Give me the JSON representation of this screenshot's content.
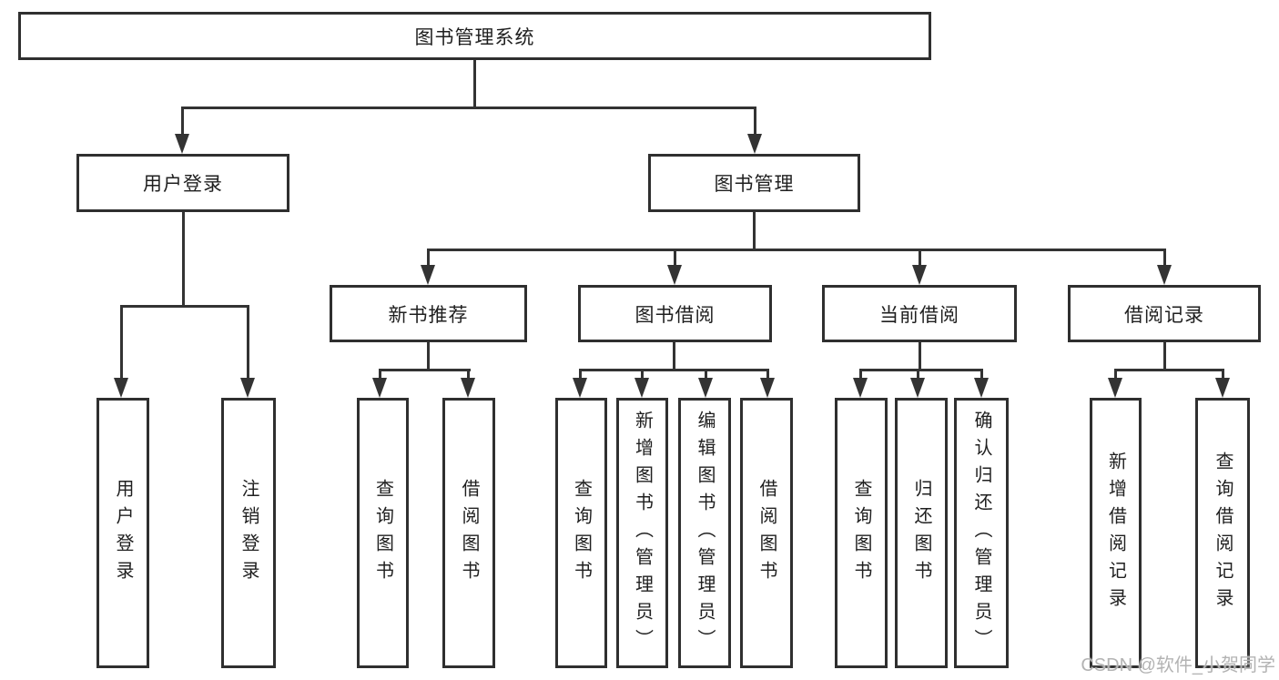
{
  "tree": {
    "label": "图书管理系统",
    "children": [
      {
        "label": "用户登录",
        "children": [
          {
            "label": "用户登录"
          },
          {
            "label": "注销登录"
          }
        ]
      },
      {
        "label": "图书管理",
        "children": [
          {
            "label": "新书推荐",
            "children": [
              {
                "label": "查询图书"
              },
              {
                "label": "借阅图书"
              }
            ]
          },
          {
            "label": "图书借阅",
            "children": [
              {
                "label": "查询图书"
              },
              {
                "label": "新增图书（管理员）"
              },
              {
                "label": "编辑图书（管理员）"
              },
              {
                "label": "借阅图书"
              }
            ]
          },
          {
            "label": "当前借阅",
            "children": [
              {
                "label": "查询图书"
              },
              {
                "label": "归还图书"
              },
              {
                "label": "确认归还（管理员）"
              }
            ]
          },
          {
            "label": "借阅记录",
            "children": [
              {
                "label": "新增借阅记录"
              },
              {
                "label": "查询借阅记录"
              }
            ]
          }
        ]
      }
    ]
  },
  "watermark": {
    "text": "CSDN @软件_小贺同学",
    "color": "#b3b3b3"
  },
  "colors": {
    "line": "#333333",
    "node_border": "#2f2f2f",
    "text": "#1f1f1f",
    "background": "#ffffff"
  }
}
